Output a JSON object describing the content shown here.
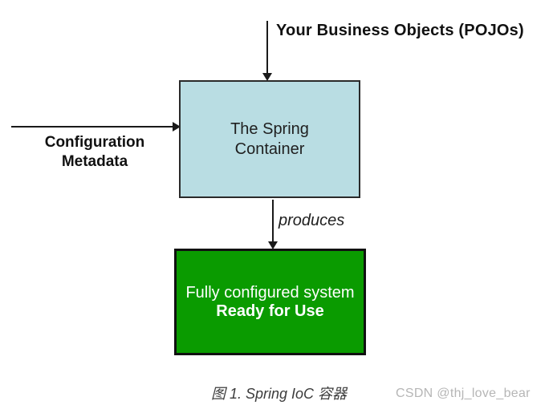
{
  "diagram": {
    "top_label": "Your Business Objects (POJOs)",
    "left_label": {
      "line1": "Configuration",
      "line2": "Metadata"
    },
    "container_box": {
      "line1": "The Spring",
      "line2": "Container"
    },
    "produces_label": "produces",
    "result_box": {
      "line1": "Fully configured system",
      "line2": "Ready for Use"
    },
    "caption": "图 1. Spring IoC 容器",
    "watermark": "CSDN @thj_love_bear"
  },
  "colors": {
    "container_fill": "#b9dde3",
    "result_fill": "#0a9b00",
    "result_text": "#ffffff",
    "line": "#1a1a1a",
    "caption_text": "#3c3c3c",
    "watermark_text": "#b6b6b6"
  }
}
